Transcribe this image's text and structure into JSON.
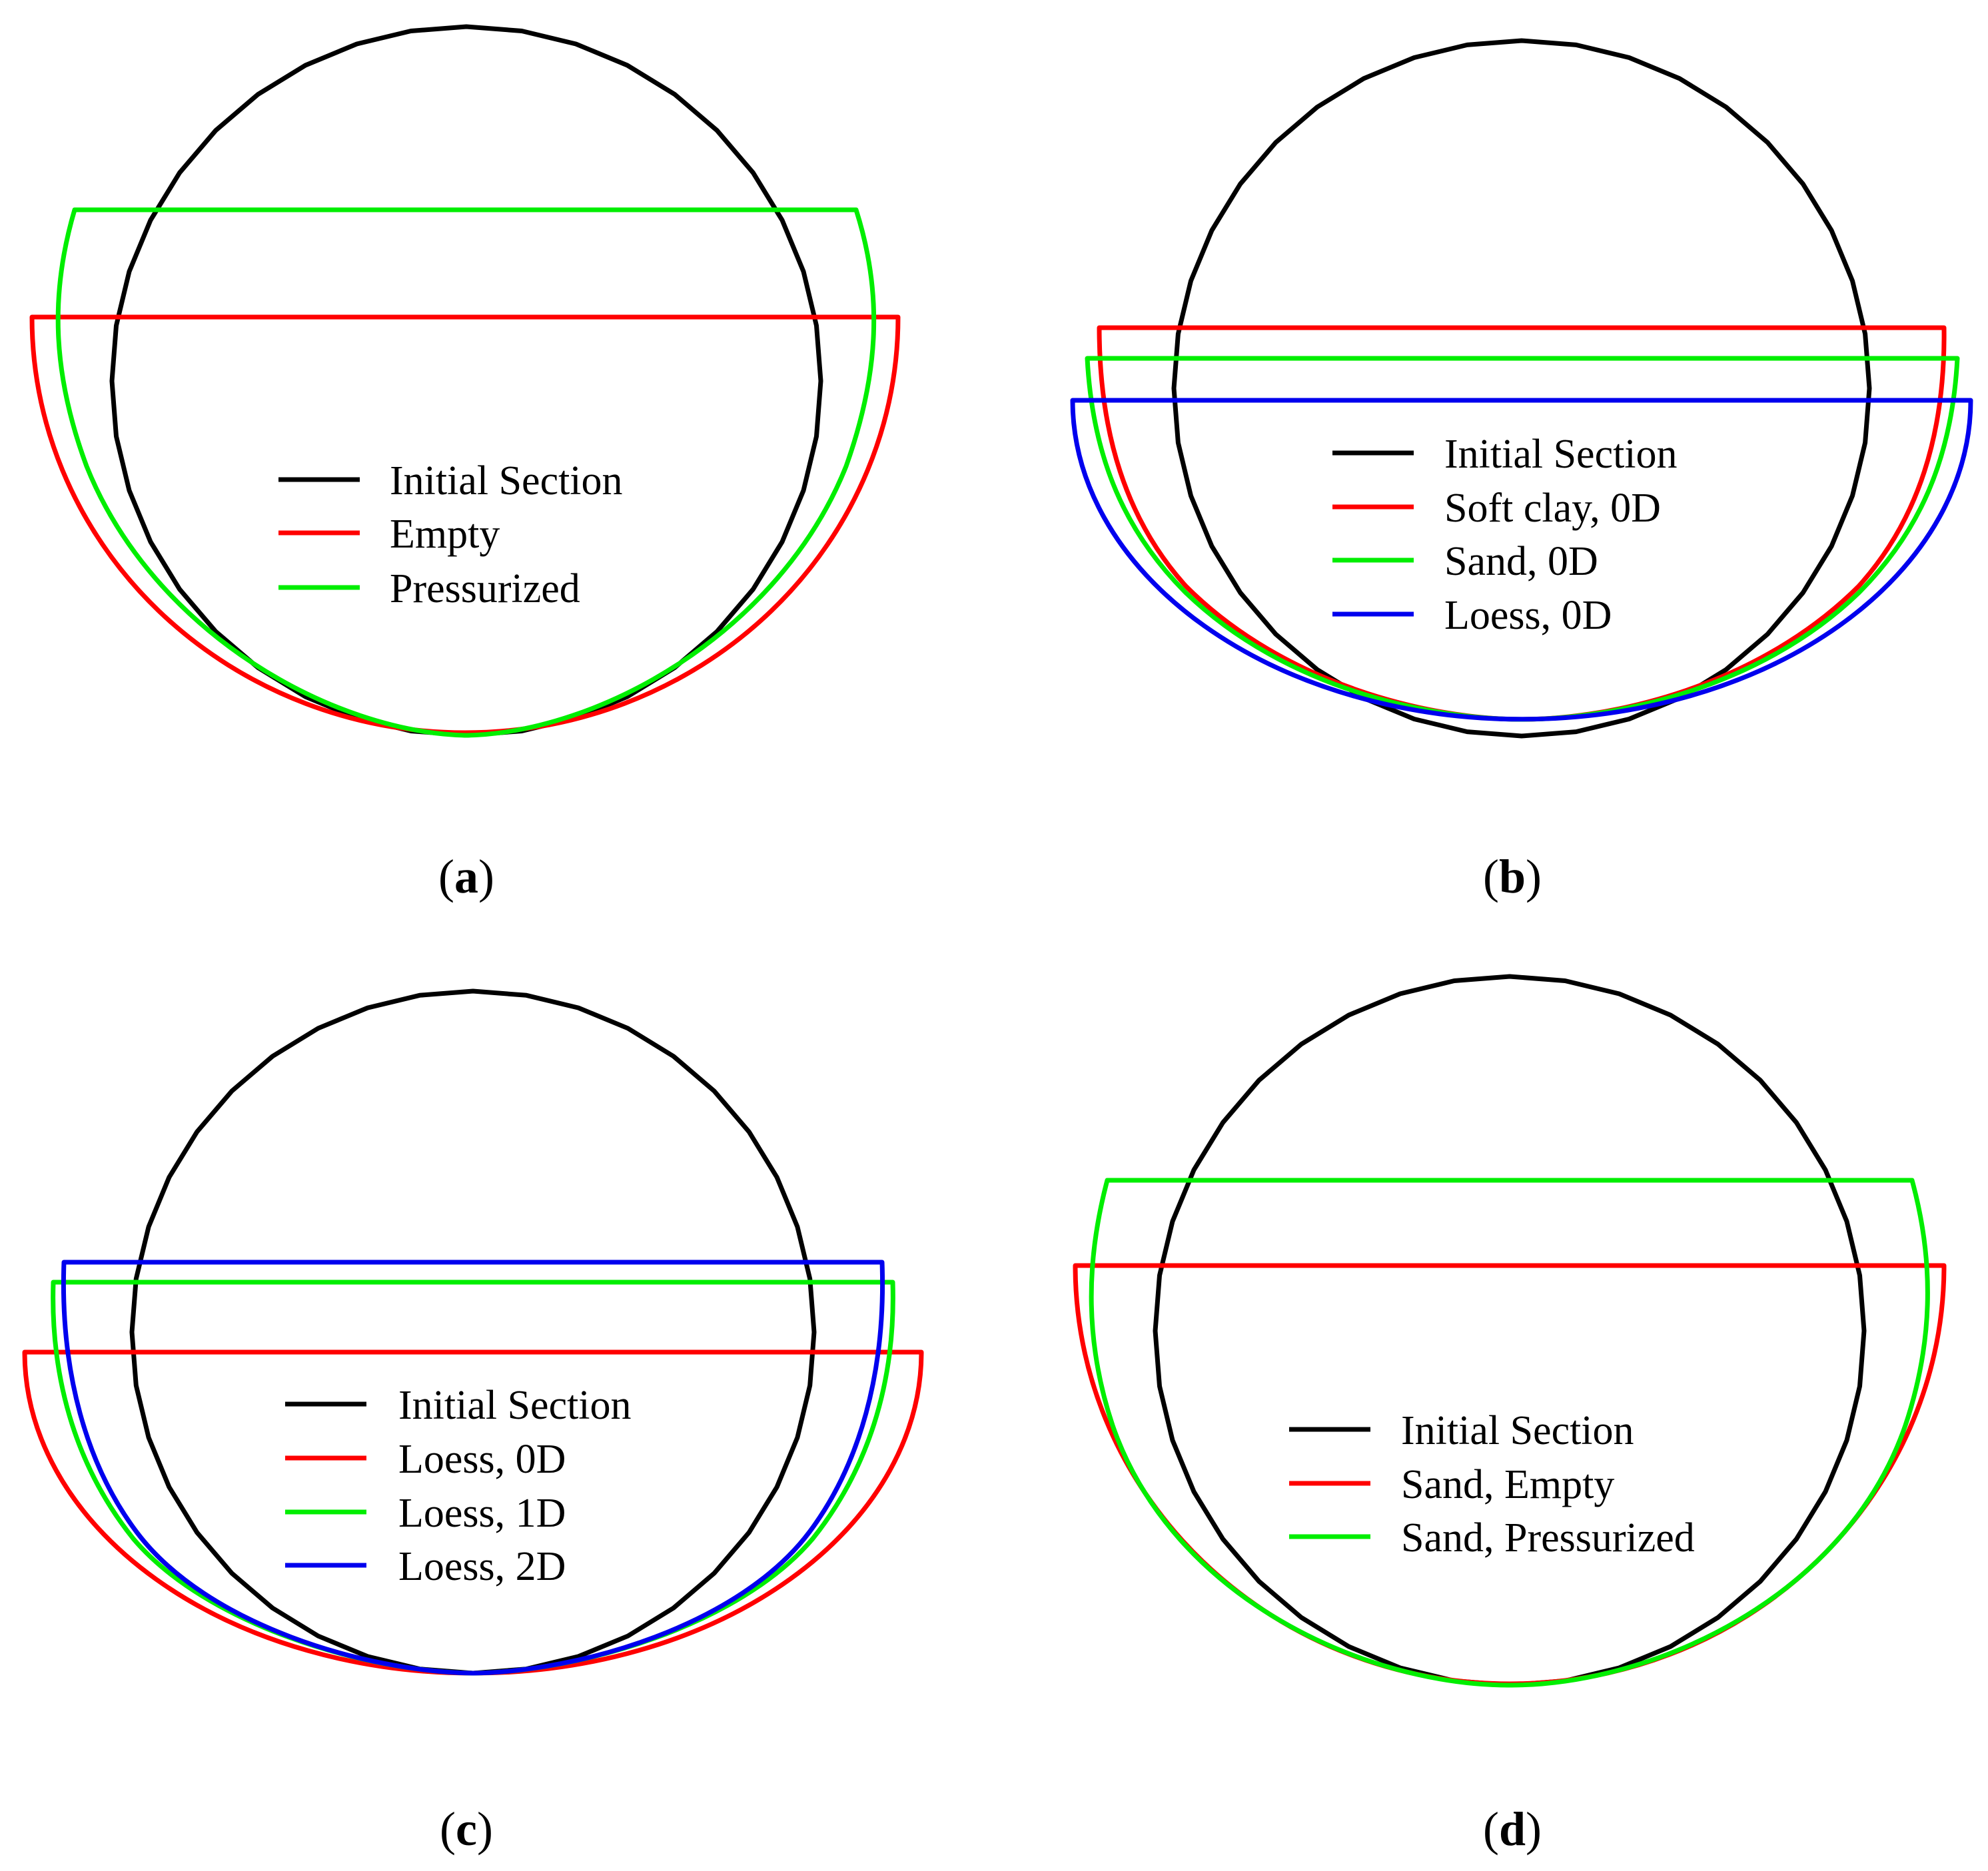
{
  "colors": {
    "initial": "#000000",
    "red": "#ff0000",
    "green": "#00ee00",
    "blue": "#0000ee"
  },
  "panels": [
    {
      "letter": "a",
      "legend": [
        {
          "label": "Initial Section",
          "color": "#000000"
        },
        {
          "label": "Empty",
          "color": "#ff0000"
        },
        {
          "label": "Pressurized",
          "color": "#00ee00"
        }
      ]
    },
    {
      "letter": "b",
      "legend": [
        {
          "label": "Initial Section",
          "color": "#000000"
        },
        {
          "label": "Soft clay, 0D",
          "color": "#ff0000"
        },
        {
          "label": "Sand, 0D",
          "color": "#00ee00"
        },
        {
          "label": "Loess, 0D",
          "color": "#0000ee"
        }
      ]
    },
    {
      "letter": "c",
      "legend": [
        {
          "label": "Initial Section",
          "color": "#000000"
        },
        {
          "label": "Loess, 0D",
          "color": "#ff0000"
        },
        {
          "label": "Loess, 1D",
          "color": "#00ee00"
        },
        {
          "label": "Loess, 2D",
          "color": "#0000ee"
        }
      ]
    },
    {
      "letter": "d",
      "legend": [
        {
          "label": "Initial Section",
          "color": "#000000"
        },
        {
          "label": "Sand, Empty",
          "color": "#ff0000"
        },
        {
          "label": "Sand, Pressurized",
          "color": "#00ee00"
        }
      ]
    }
  ]
}
